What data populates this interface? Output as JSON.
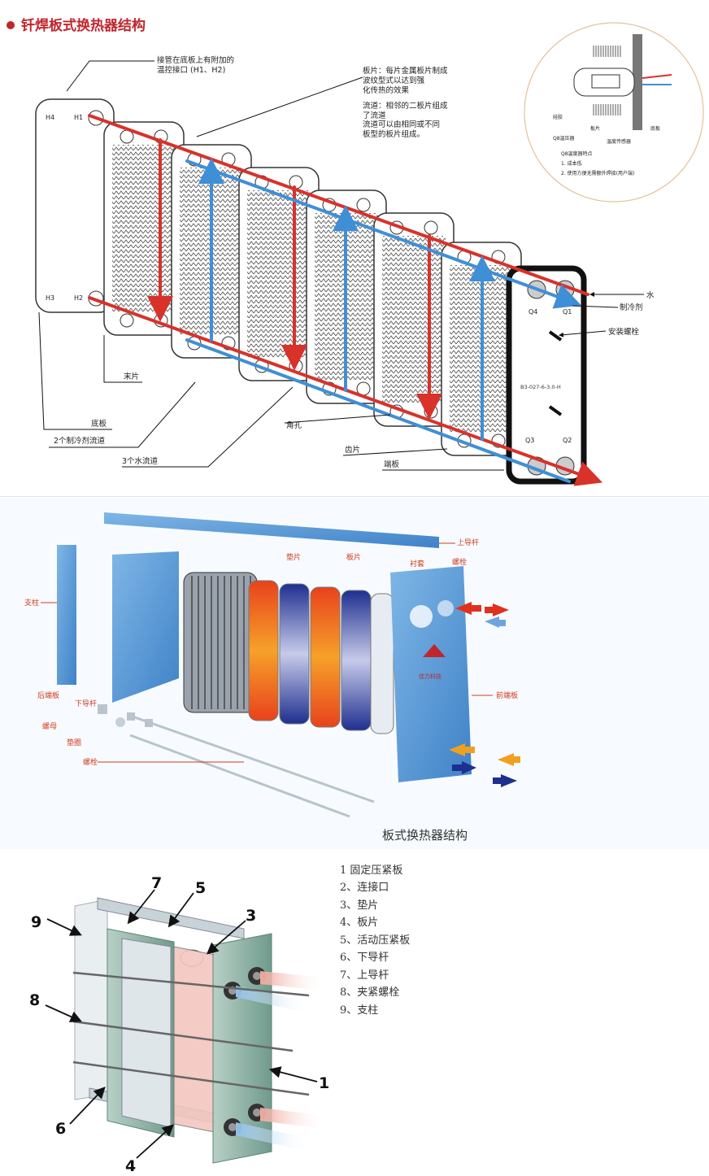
{
  "panel1": {
    "title": "钎焊板式换热器结构",
    "colors": {
      "hot": "#d8322b",
      "cold": "#3f8fd6",
      "title": "#c0262c"
    },
    "callouts": {
      "ports_note": "接管在底板上有附加的\n温控接口 (H1、H2)",
      "plate_note": "板片：每片金属板片制成\n波纹型式以达到强\n化传热的效果",
      "channel_note": "流道：相邻的二板片组成\n了流道",
      "channel_note2": "流道可以由相同或不同\n板型的板片组成。",
      "end_plate": "末片",
      "base_plate": "底板",
      "refrigerant_channels": "2个制冷剂流道",
      "water_channels": "3个水流道",
      "corner_hole": "角孔",
      "sealing_sheet": "齿片",
      "front_plate": "端板",
      "water": "水",
      "refrigerant": "制冷剂",
      "mounting_bolt": "安装螺栓"
    },
    "port_labels": {
      "h4": "H4",
      "h1": "H1",
      "h3": "H3",
      "h2": "H2",
      "q4": "Q4",
      "q1": "Q1",
      "q3": "Q3",
      "q2": "Q2"
    },
    "model_text": "B3-027-6-3.0-H",
    "inset": {
      "labels": [
        "硅胶",
        "Q8温压器",
        "板片",
        "温度传感器",
        "底板"
      ],
      "features_title": "Q8温度器特点",
      "features": [
        "1. 成本低",
        "2. 使用方便无需额外焊接(用户端)"
      ]
    }
  },
  "panel2": {
    "labels": {
      "upper_rod": "上导杆",
      "gasket": "垫片",
      "plate": "板片",
      "liner": "衬套",
      "bolt_top": "螺栓",
      "support": "支柱",
      "rear_plate": "后端板",
      "lower_rod": "下导杆",
      "front_plate": "前端板",
      "nut": "螺母",
      "washer": "垫圈",
      "bolt": "螺栓"
    },
    "caption": "板式换热器结构",
    "logo_text": "佳力科技",
    "colors": {
      "frame": "#4f98d8",
      "hot": "#f0641e",
      "cold": "#2f3f9f",
      "label": "#d23a1f"
    }
  },
  "panel3": {
    "legend": [
      "1 固定压紧板",
      "2、连接口",
      "3、垫片",
      "4、板片",
      "5、活动压紧板",
      "6、下导杆",
      "7、上导杆",
      "8、夹紧螺栓",
      "9、支柱"
    ],
    "numbers": [
      "7",
      "5",
      "3",
      "9",
      "8",
      "1",
      "6",
      "4"
    ],
    "colors": {
      "frame": "#8fb3a6",
      "hot": "#e98a7e",
      "cold": "#8fbfe8"
    }
  }
}
